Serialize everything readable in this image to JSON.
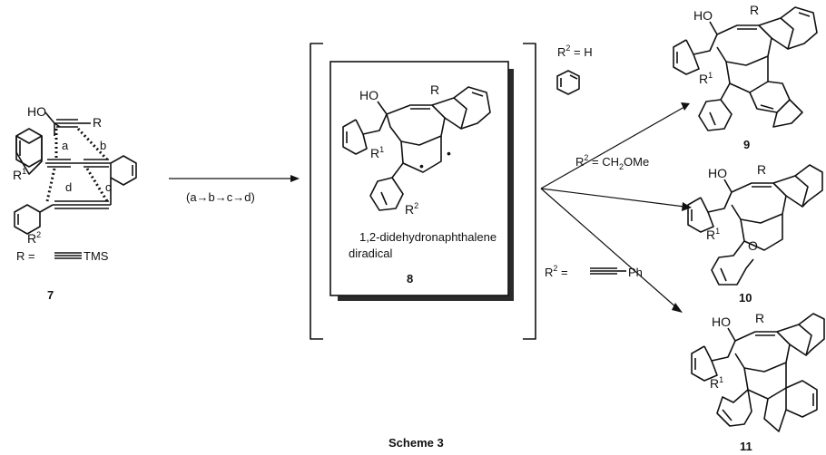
{
  "scheme_title": "Scheme 3",
  "start": {
    "compound_number": "7",
    "ho": "HO",
    "r": "R",
    "r1": "R",
    "r1_sup": "1",
    "r2": "R",
    "r2_sup": "2",
    "bond_a": "a",
    "bond_b": "b",
    "bond_c": "c",
    "bond_d": "d",
    "r_def_prefix": "R =",
    "r_def_suffix": "TMS"
  },
  "first_arrow": {
    "label": "(a→b→c→d)"
  },
  "intermediate": {
    "compound_number": "8",
    "ho": "HO",
    "r": "R",
    "r1": "R",
    "r1_sup": "1",
    "r2": "R",
    "r2_sup": "2",
    "name_line1": "1,2-didehydronaphthalene",
    "name_line2": "diradical"
  },
  "conditions": {
    "c9_r": "R",
    "c9_sup": "2",
    "c9_text": " = H",
    "c10_r": "R",
    "c10_sup": "2",
    "c10_text": " = CH",
    "c10_sub": "2",
    "c10_tail": "OMe",
    "c11_r": "R",
    "c11_sup": "2",
    "c11_text": " =",
    "c11_tail": "Ph"
  },
  "products": [
    {
      "compound_number": "9",
      "ho": "HO",
      "r": "R",
      "r1": "R",
      "r1_sup": "1"
    },
    {
      "compound_number": "10",
      "ho": "HO",
      "r": "R",
      "r1": "R",
      "r1_sup": "1",
      "o": "O"
    },
    {
      "compound_number": "11",
      "ho": "HO",
      "r": "R",
      "r1": "R",
      "r1_sup": "1"
    }
  ]
}
